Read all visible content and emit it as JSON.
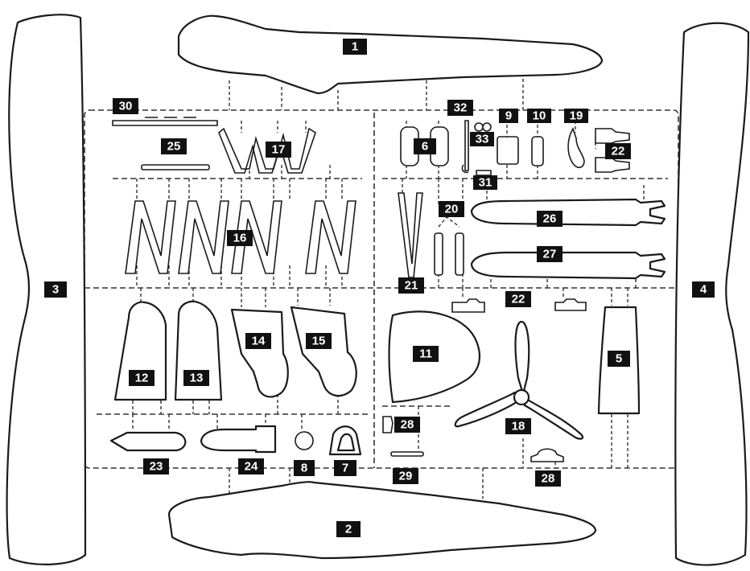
{
  "parts": [
    {
      "key": "p1",
      "number": "1"
    },
    {
      "key": "p2",
      "number": "2"
    },
    {
      "key": "p3",
      "number": "3"
    },
    {
      "key": "p4",
      "number": "4"
    },
    {
      "key": "p5",
      "number": "5"
    },
    {
      "key": "p6",
      "number": "6"
    },
    {
      "key": "p7",
      "number": "7"
    },
    {
      "key": "p8",
      "number": "8"
    },
    {
      "key": "p9",
      "number": "9"
    },
    {
      "key": "p10",
      "number": "10"
    },
    {
      "key": "p11",
      "number": "11"
    },
    {
      "key": "p12",
      "number": "12"
    },
    {
      "key": "p13",
      "number": "13"
    },
    {
      "key": "p14",
      "number": "14"
    },
    {
      "key": "p15",
      "number": "15"
    },
    {
      "key": "p16",
      "number": "16"
    },
    {
      "key": "p17",
      "number": "17"
    },
    {
      "key": "p18",
      "number": "18"
    },
    {
      "key": "p19",
      "number": "19"
    },
    {
      "key": "p20",
      "number": "20"
    },
    {
      "key": "p21",
      "number": "21"
    },
    {
      "key": "p22a",
      "number": "22"
    },
    {
      "key": "p22b",
      "number": "22"
    },
    {
      "key": "p23",
      "number": "23"
    },
    {
      "key": "p24",
      "number": "24"
    },
    {
      "key": "p25",
      "number": "25"
    },
    {
      "key": "p26",
      "number": "26"
    },
    {
      "key": "p27",
      "number": "27"
    },
    {
      "key": "p28a",
      "number": "28"
    },
    {
      "key": "p28b",
      "number": "28"
    },
    {
      "key": "p29",
      "number": "29"
    },
    {
      "key": "p30",
      "number": "30"
    },
    {
      "key": "p31",
      "number": "31"
    },
    {
      "key": "p32",
      "number": "32"
    },
    {
      "key": "p33",
      "number": "33"
    }
  ]
}
